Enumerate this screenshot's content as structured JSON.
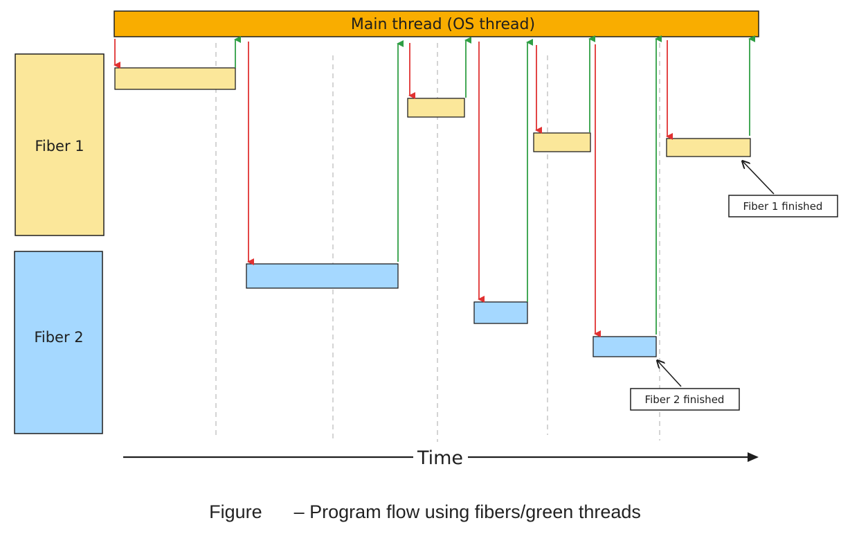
{
  "main_thread": {
    "label": "Main thread (OS thread)",
    "color": "#f9ad00"
  },
  "fiber1": {
    "label": "Fiber 1",
    "color": "#fbe79a"
  },
  "fiber2": {
    "label": "Fiber 2",
    "color": "#a5d8ff"
  },
  "annotations": {
    "fiber1_finished": "Fiber 1 finished",
    "fiber2_finished": "Fiber 2 finished"
  },
  "axis": {
    "label": "Time"
  },
  "caption": {
    "prefix": "Figure",
    "text": "– Program flow using fibers/green threads"
  },
  "colors": {
    "switch_in": "#e03131",
    "switch_out": "#2f9e44",
    "guide": "#bdbdbd"
  }
}
